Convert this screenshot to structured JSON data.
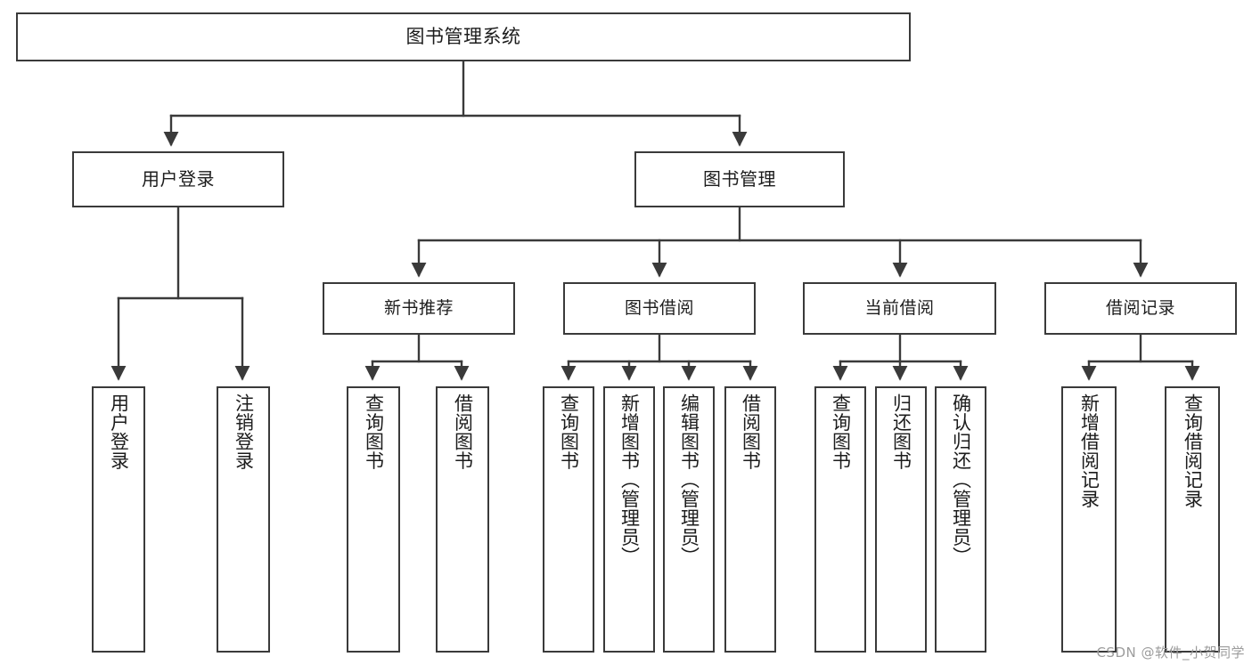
{
  "diagram": {
    "title": "图书管理系统",
    "type": "tree",
    "watermark": "CSDN @软件_小贺同学",
    "colors": {
      "box_border": "#3a3a3a",
      "box_fill": "#ffffff",
      "line": "#3a3a3a",
      "text": "#1c1c1c",
      "watermark": "#9c9c9c",
      "background": "#ffffff"
    },
    "nodes": {
      "root": {
        "label": "图书管理系统"
      },
      "level2": [
        {
          "label": "用户登录"
        },
        {
          "label": "图书管理"
        }
      ],
      "level3": [
        {
          "label": "新书推荐"
        },
        {
          "label": "图书借阅"
        },
        {
          "label": "当前借阅"
        },
        {
          "label": "借阅记录"
        }
      ],
      "leaves": {
        "user_login": [
          {
            "label": "用户登录"
          },
          {
            "label": "注销登录"
          }
        ],
        "new_book": [
          {
            "label": "查询图书"
          },
          {
            "label": "借阅图书"
          }
        ],
        "book_borrow": [
          {
            "label": "查询图书"
          },
          {
            "label": "新增图书（管理员）"
          },
          {
            "label": "编辑图书（管理员）"
          },
          {
            "label": "借阅图书"
          }
        ],
        "current_borrow": [
          {
            "label": "查询图书"
          },
          {
            "label": "归还图书"
          },
          {
            "label": "确认归还（管理员）"
          }
        ],
        "borrow_record": [
          {
            "label": "新增借阅记录"
          },
          {
            "label": "查询借阅记录"
          }
        ]
      }
    }
  }
}
